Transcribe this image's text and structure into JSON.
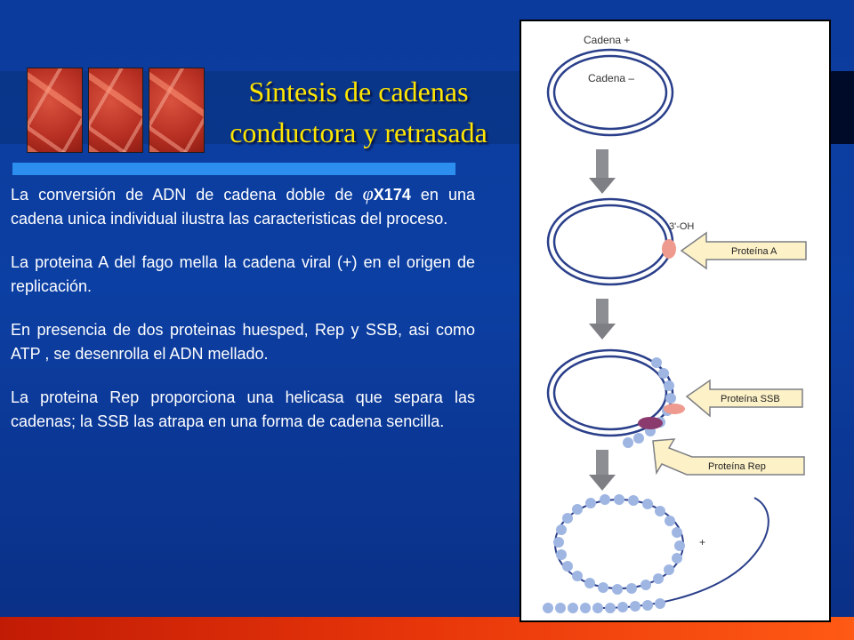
{
  "slide": {
    "title_line1": "Síntesis de cadenas",
    "title_line2": "conductora y retrasada",
    "paragraphs": {
      "p1_part1": "La conversión de ADN de cadena doble de ",
      "p1_phi": "φ",
      "p1_code": "X174",
      "p1_part2": " en una cadena unica individual ilustra las caracteristicas del proceso.",
      "p2": "La proteina A del fago mella la cadena viral (+) en el origen de replicación.",
      "p3": "En presencia de dos proteinas huesped, Rep y SSB, asi como ATP , se desenrolla el ADN mellado.",
      "p4": "La proteina Rep proporciona una helicasa que separa las cadenas; la SSB las atrapa en una forma de cadena sencilla."
    }
  },
  "figure": {
    "label_plus_strand": "Cadena +",
    "label_minus_strand": "Cadena –",
    "label_3oh": "3'-OH",
    "label_protein_a": "Proteína A",
    "label_protein_ssb": "Proteína SSB",
    "label_protein_rep": "Proteína Rep",
    "label_plus_sign": "+"
  },
  "colors": {
    "background": "#0b3b9c",
    "title": "#ffe600",
    "dna_strand": "#2a3f8a",
    "ssb": "#9fb6e3",
    "protein_a": "#ef9a8e",
    "protein_rep": "#8b3a6e",
    "callout_arrow": "#fdf1c8",
    "flow_arrow": "#7d7f84"
  }
}
